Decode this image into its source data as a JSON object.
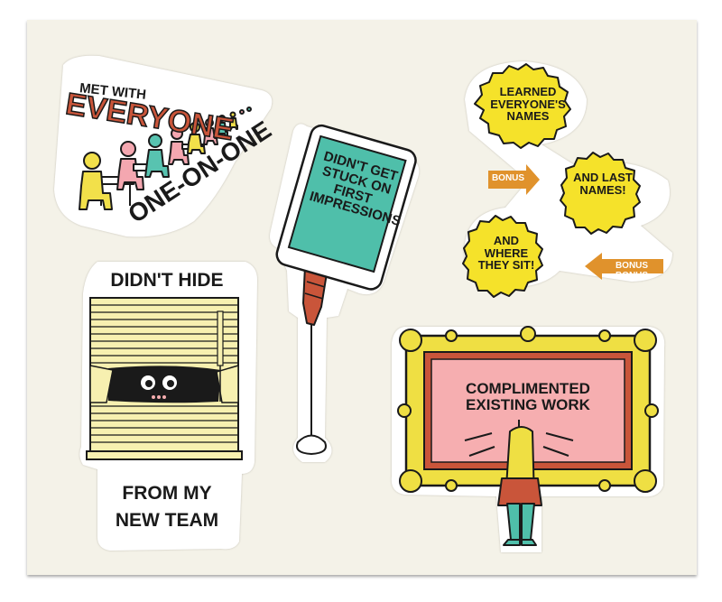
{
  "stickers": {
    "met_with": {
      "line1": "MET WITH",
      "line2": "EVERYONE",
      "line3": "ONE-ON-ONE"
    },
    "glue": {
      "label": "DIDN'T GET STUCK ON FIRST IMPRESSIONS"
    },
    "names": {
      "bubble1": "LEARNED EVERYONE'S NAMES",
      "bubble2": "AND LAST NAMES!",
      "bubble3": "AND WHERE THEY SIT!",
      "arrow1": "BONUS",
      "arrow2": "BONUS BONUS"
    },
    "hide": {
      "top": "DIDN'T HIDE",
      "bottom1": "FROM MY",
      "bottom2": "NEW TEAM"
    },
    "frame": {
      "label": "COMPLIMENTED EXISTING WORK"
    }
  },
  "colors": {
    "sheet": "#f4f2e8",
    "orange": "#e0922c",
    "yellow": "#f5e22a",
    "teal": "#4fbfaa",
    "pink": "#f6aeb0",
    "brick": "#c9553a",
    "frame_gold": "#efdf43"
  }
}
